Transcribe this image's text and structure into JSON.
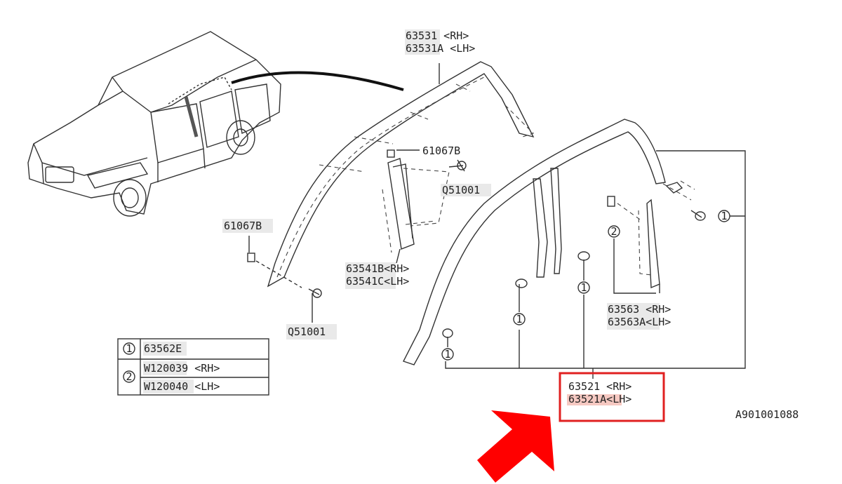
{
  "labels": {
    "upper_molding": {
      "rh": "63531  <RH>",
      "lh": "63531A <LH>"
    },
    "clip_top": "61067B",
    "clip_left": "61067B",
    "screw_top": "Q51001",
    "screw_bottom": "Q51001",
    "pillar_trim": {
      "rh": "63541B<RH>",
      "lh": "63541C<LH>"
    },
    "rear_trim": {
      "rh": "63563 <RH>",
      "lh": "63563A<LH>"
    },
    "door_molding": {
      "rh": "63521  <RH>",
      "lh": "63521A<LH>"
    },
    "diagram_id": "A901001088"
  },
  "callouts": {
    "one": "1",
    "two": "2"
  },
  "legend": {
    "rows": [
      {
        "key": "1",
        "parts": [
          "63562E"
        ]
      },
      {
        "key": "2",
        "parts": [
          "W120039 <RH>",
          "W120040 <LH>"
        ]
      }
    ]
  },
  "colors": {
    "highlight_box": "#e02020",
    "arrow": "#ff0000",
    "line": "#333333"
  }
}
